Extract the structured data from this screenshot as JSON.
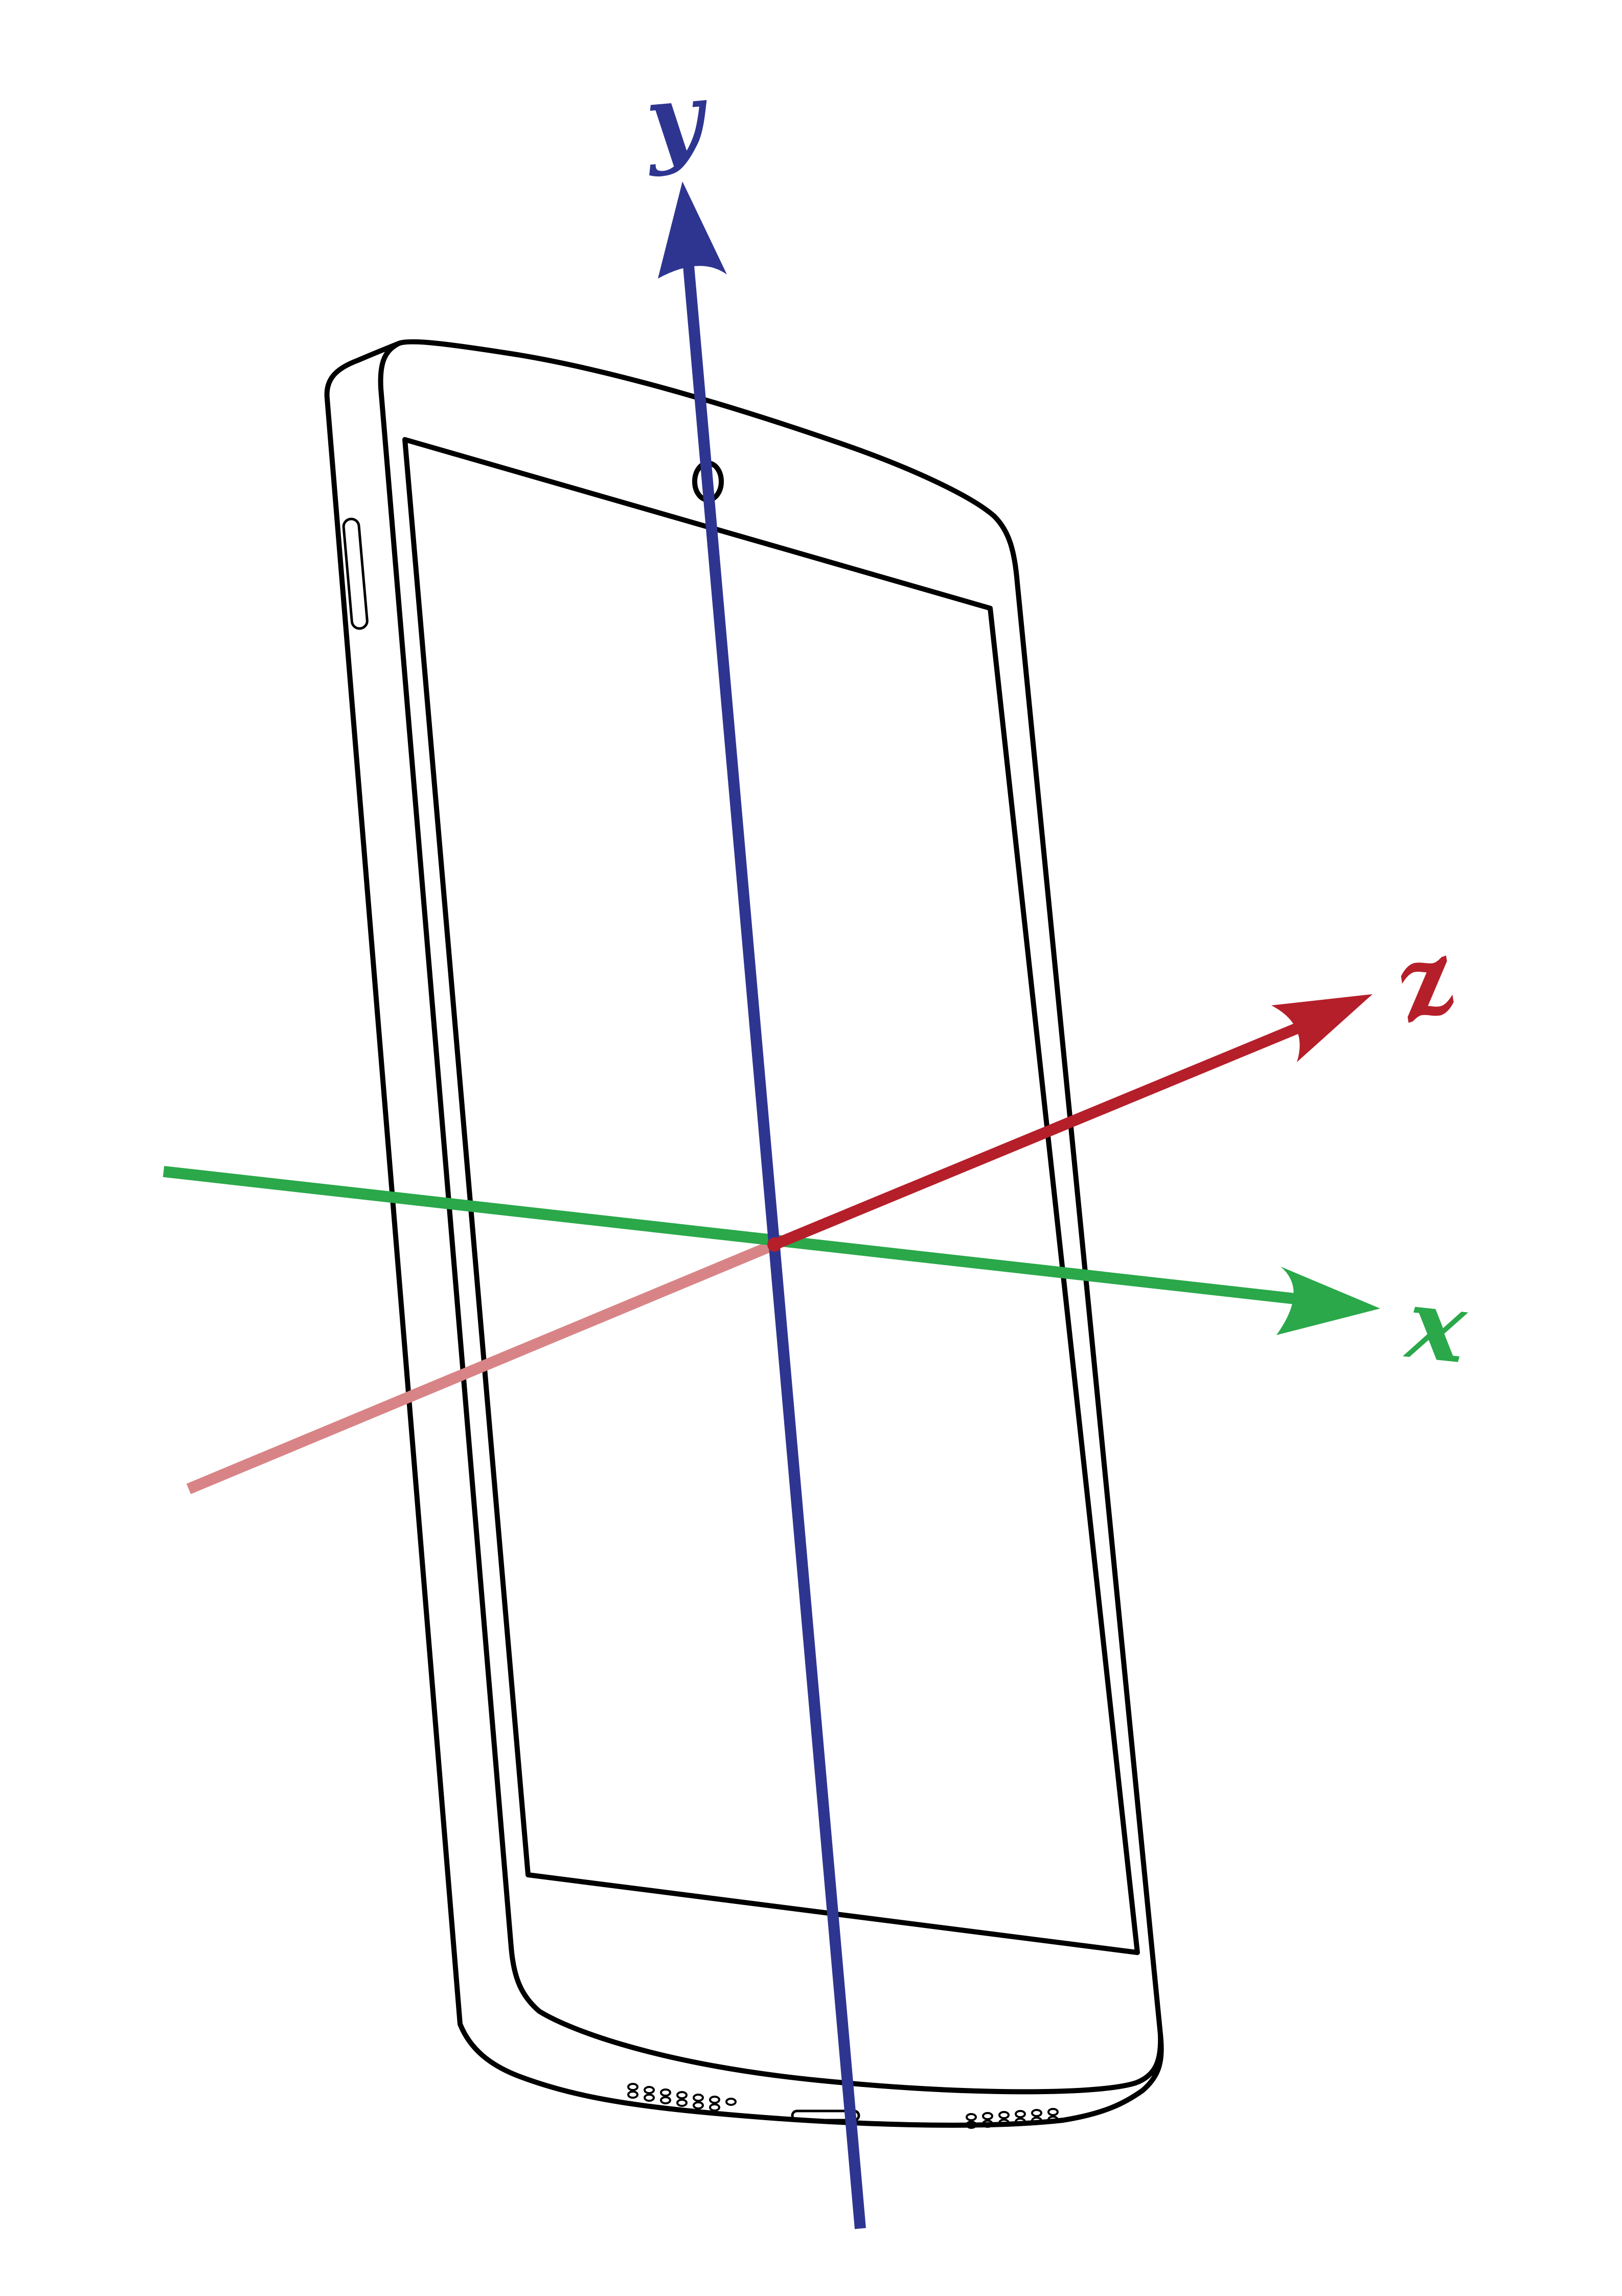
{
  "axes": {
    "x": {
      "label": "x",
      "color": "#2aa84a"
    },
    "y": {
      "label": "y",
      "color": "#2e3590"
    },
    "z": {
      "label": "z",
      "color": "#b51f2a",
      "negative_color": "#d88487"
    }
  },
  "device": {
    "type": "smartphone",
    "outline_color": "#000000"
  }
}
